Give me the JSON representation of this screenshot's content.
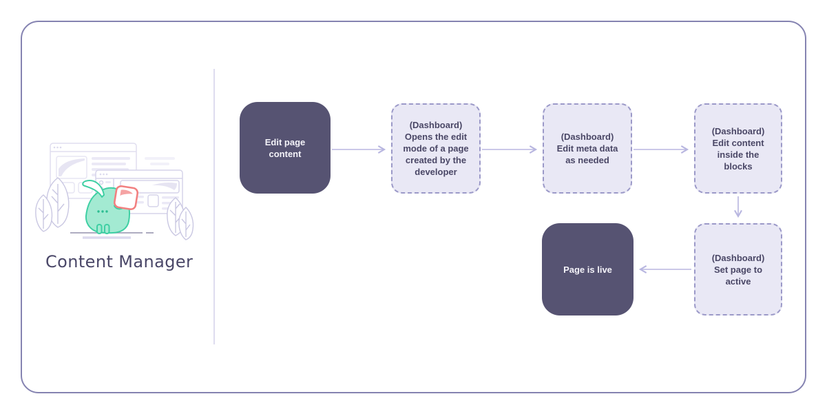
{
  "panel": {
    "title": "Content Manager",
    "illustration_icon": "mascot-holding-card-with-browser-windows-and-plants"
  },
  "flowchart": {
    "nodes": [
      {
        "id": "edit-page-content",
        "label": "Edit page content",
        "style": "solid"
      },
      {
        "id": "open-edit-mode",
        "label": "(Dashboard)\nOpens the edit mode of a page created by the developer",
        "style": "dashed"
      },
      {
        "id": "edit-meta-data",
        "label": "(Dashboard)\nEdit meta data as needed",
        "style": "dashed"
      },
      {
        "id": "edit-content-blocks",
        "label": "(Dashboard)\nEdit content inside the blocks",
        "style": "dashed"
      },
      {
        "id": "set-page-active",
        "label": "(Dashboard)\nSet page to active",
        "style": "dashed"
      },
      {
        "id": "page-is-live",
        "label": "Page is live",
        "style": "solid"
      }
    ],
    "connections": [
      {
        "from": "edit-page-content",
        "to": "open-edit-mode"
      },
      {
        "from": "open-edit-mode",
        "to": "edit-meta-data"
      },
      {
        "from": "edit-meta-data",
        "to": "edit-content-blocks"
      },
      {
        "from": "edit-content-blocks",
        "to": "set-page-active"
      },
      {
        "from": "set-page-active",
        "to": "page-is-live"
      }
    ]
  },
  "colors": {
    "frame_border": "#8583b1",
    "divider": "#dedcef",
    "node_solid_bg": "#565372",
    "node_solid_text": "#f4f3f9",
    "node_dashed_bg": "#e9e8f5",
    "node_dashed_border": "#9b99c8",
    "node_dashed_text": "#4a4766",
    "arrow": "#b8b6e0",
    "title_text": "#4a4768",
    "mascot_body": "#a3ead2",
    "mascot_outline": "#3ecfa3",
    "card_outline": "#f28080",
    "card_swoosh": "#f5a3a3",
    "illustration_outline": "#dcdaee"
  }
}
